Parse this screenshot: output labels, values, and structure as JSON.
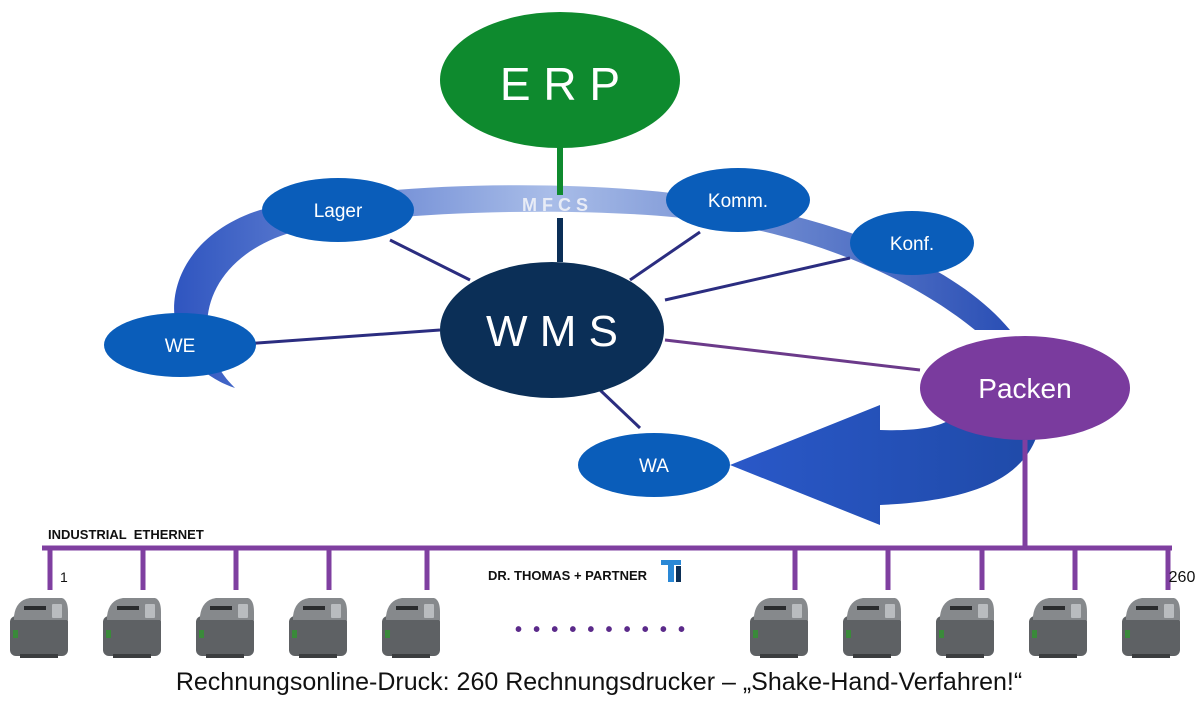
{
  "diagram": {
    "erp": "E R P",
    "mfcs": "M F C S",
    "wms": "W M S",
    "nodes": {
      "lager": "Lager",
      "komm": "Komm.",
      "konf": "Konf.",
      "we": "WE",
      "wa": "WA",
      "packen": "Packen"
    },
    "network_label": "INDUSTRIAL  ETHERNET",
    "partner": "DR. THOMAS + PARTNER",
    "printer_first": "1",
    "printer_last": "260",
    "ellipsis_dots": "•  •  •  •  •  •  •  •  •  •",
    "caption": "Rechnungsonline-Druck: 260 Rechnungsdrucker – „Shake-Hand-Verfahren!“"
  },
  "colors": {
    "erp": "#0e8a2e",
    "wms": "#0b2f57",
    "node_blue": "#0a5dba",
    "ring_blue": "#3060c8",
    "packen": "#7a3b9e",
    "ethernet": "#7f3fa0",
    "printer": "#6b6e70"
  }
}
